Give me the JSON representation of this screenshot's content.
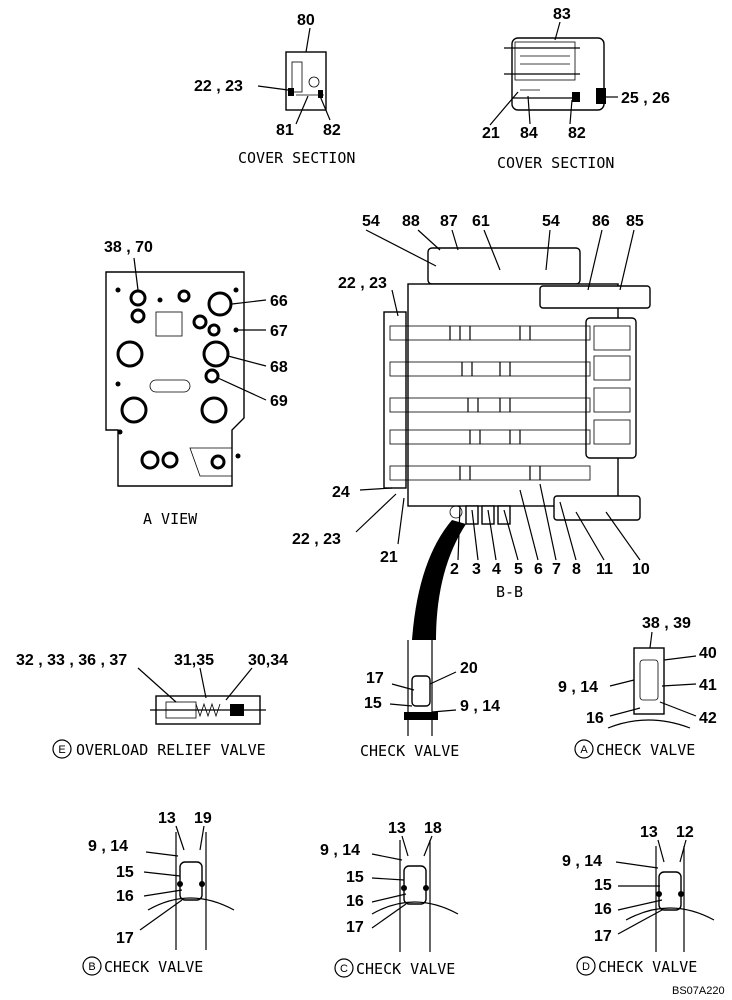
{
  "drawing_code": "BS07A220",
  "captions": {
    "cover_section_1": "COVER SECTION",
    "cover_section_2": "COVER SECTION",
    "a_view": "A VIEW",
    "bb": "B-B",
    "overload_relief": "OVERLOAD RELIEF VALVE",
    "check_valve_center": "CHECK VALVE",
    "check_valve_a": "CHECK VALVE",
    "check_valve_b": "CHECK VALVE",
    "check_valve_c": "CHECK VALVE",
    "check_valve_d": "CHECK VALVE"
  },
  "circle_letters": {
    "e": "E",
    "a": "A",
    "b": "B",
    "c": "C",
    "d": "D"
  },
  "labels": {
    "p80": "80",
    "p22_23_a": "22 , 23",
    "p81": "81",
    "p82_a": "82",
    "p83": "83",
    "p25_26": "25 , 26",
    "p21_a": "21",
    "p84": "84",
    "p82_b": "82",
    "p38_70": "38 , 70",
    "p66": "66",
    "p67": "67",
    "p68": "68",
    "p69": "69",
    "p54_a": "54",
    "p88": "88",
    "p87": "87",
    "p61": "61",
    "p54_b": "54",
    "p86": "86",
    "p85": "85",
    "p22_23_b": "22 , 23",
    "p24": "24",
    "p22_23_c": "22 , 23",
    "p21_b": "21",
    "p2": "2",
    "p3": "3",
    "p4": "4",
    "p5": "5",
    "p6": "6",
    "p7": "7",
    "p8": "8",
    "p11": "11",
    "p10": "10",
    "p32_37": "32 , 33 , 36 , 37",
    "p31_35": "31,35",
    "p30_34": "30,34",
    "p17_cv": "17",
    "p20": "20",
    "p15_cv": "15",
    "p9_14_cv": "9 , 14",
    "p38_39": "38 , 39",
    "p40": "40",
    "p9_14_a": "9 , 14",
    "p41": "41",
    "p16_a": "16",
    "p42": "42",
    "p13_b": "13",
    "p19": "19",
    "p9_14_b": "9 , 14",
    "p15_b": "15",
    "p16_b": "16",
    "p17_b": "17",
    "p13_c": "13",
    "p18": "18",
    "p9_14_c": "9 , 14",
    "p15_c": "15",
    "p16_c": "16",
    "p17_c": "17",
    "p13_d": "13",
    "p12": "12",
    "p9_14_d": "9 , 14",
    "p15_d": "15",
    "p16_d": "16",
    "p17_d": "17"
  }
}
